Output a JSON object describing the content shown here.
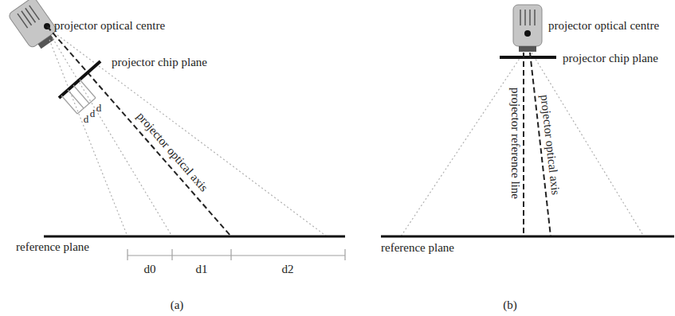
{
  "diagram": {
    "labels": [
      "projector optical centre",
      "projector chip plane",
      "d",
      "d",
      "d",
      "projector optical axis",
      "reference plane",
      "d0",
      "d1",
      "d2",
      "(a)",
      "projector optical centre",
      "projector chip plane",
      "projector reference line",
      "projector optical axis",
      "reference plane",
      "(b)"
    ]
  }
}
